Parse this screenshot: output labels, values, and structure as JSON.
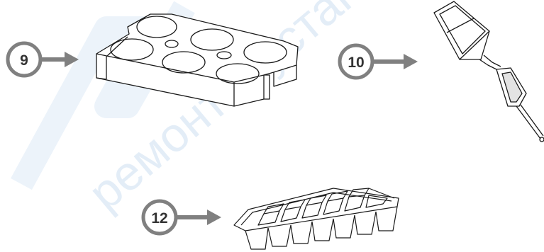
{
  "watermark": {
    "text": "ремонт и установка",
    "color": "#c9dcf0"
  },
  "colors": {
    "badge_fill": "#ffffff",
    "badge_ring": "#7f7f7f",
    "badge_text": "#333333",
    "arrow": "#7f7f7f",
    "line": "#1a1a1a"
  },
  "parts": [
    {
      "number": "9",
      "icon": "ice-pack-icon"
    },
    {
      "number": "10",
      "icon": "scraper-tool-icon"
    },
    {
      "number": "12",
      "icon": "ice-cube-tray-icon"
    }
  ]
}
